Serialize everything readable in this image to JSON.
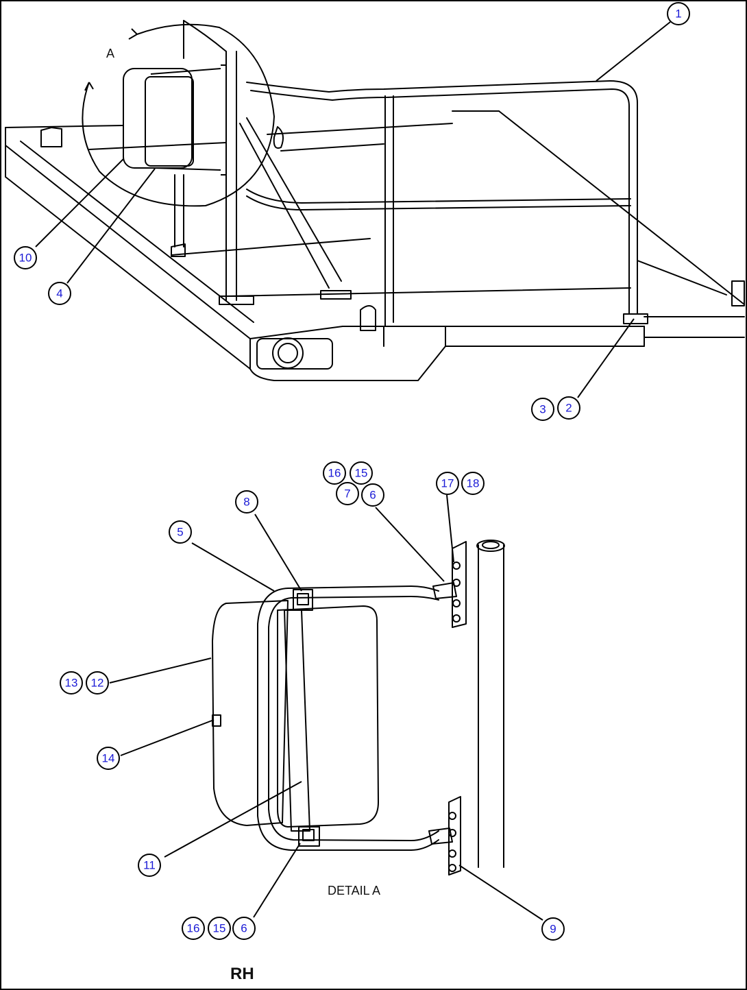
{
  "diagram": {
    "detail_marker": "A",
    "detail_caption": "DETAIL A",
    "side_caption": "RH",
    "callouts": {
      "c1": "1",
      "c2": "2",
      "c3": "3",
      "c4": "4",
      "c10": "10",
      "c16a": "16",
      "c15a": "15",
      "c7": "7",
      "c6a": "6",
      "c17": "17",
      "c18": "18",
      "c8": "8",
      "c5": "5",
      "c13": "13",
      "c12": "12",
      "c14": "14",
      "c11": "11",
      "c9": "9",
      "c16b": "16",
      "c15b": "15",
      "c6b": "6"
    }
  }
}
